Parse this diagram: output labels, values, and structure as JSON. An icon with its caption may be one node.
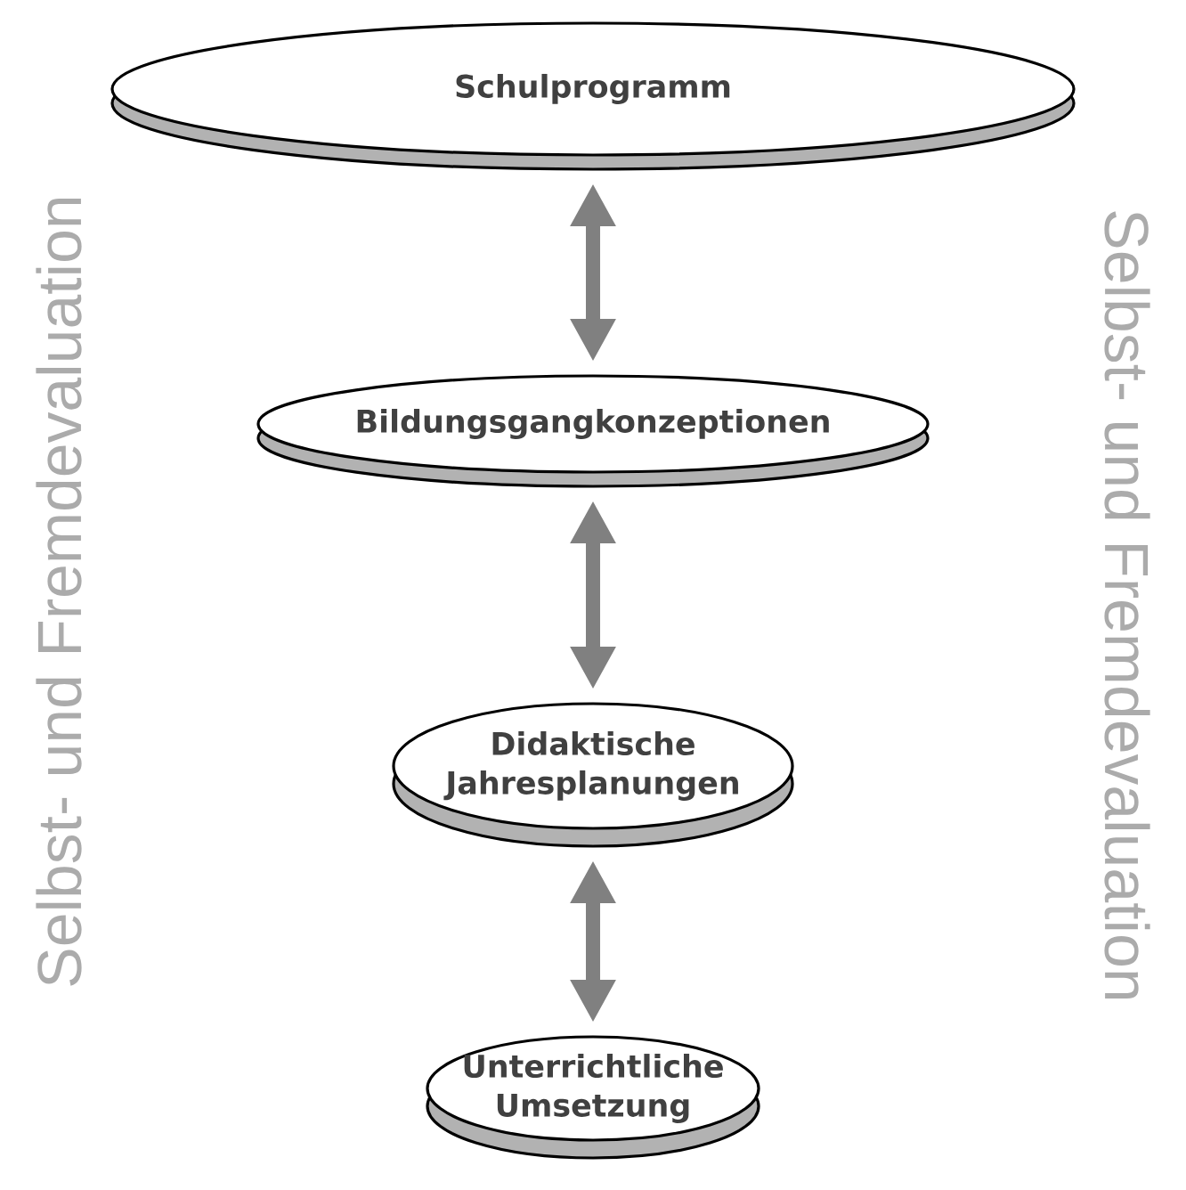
{
  "diagram": {
    "nodes": [
      {
        "text": [
          "Schulprogramm"
        ]
      },
      {
        "text": [
          "Bildungsgangkonzeptionen"
        ]
      },
      {
        "text": [
          "Didaktische Jahresplanungen"
        ]
      },
      {
        "text": [
          "Unterrichtliche Umsetzung"
        ]
      }
    ],
    "edges": [
      {
        "from": 0,
        "to": 1,
        "arrow": "both"
      },
      {
        "from": 1,
        "to": 2,
        "arrow": "both"
      },
      {
        "from": 2,
        "to": 3,
        "arrow": "both"
      }
    ],
    "labels": [
      "Selbst- und Fremdevaluation",
      "Selbst- und Fremdevaluation"
    ]
  }
}
